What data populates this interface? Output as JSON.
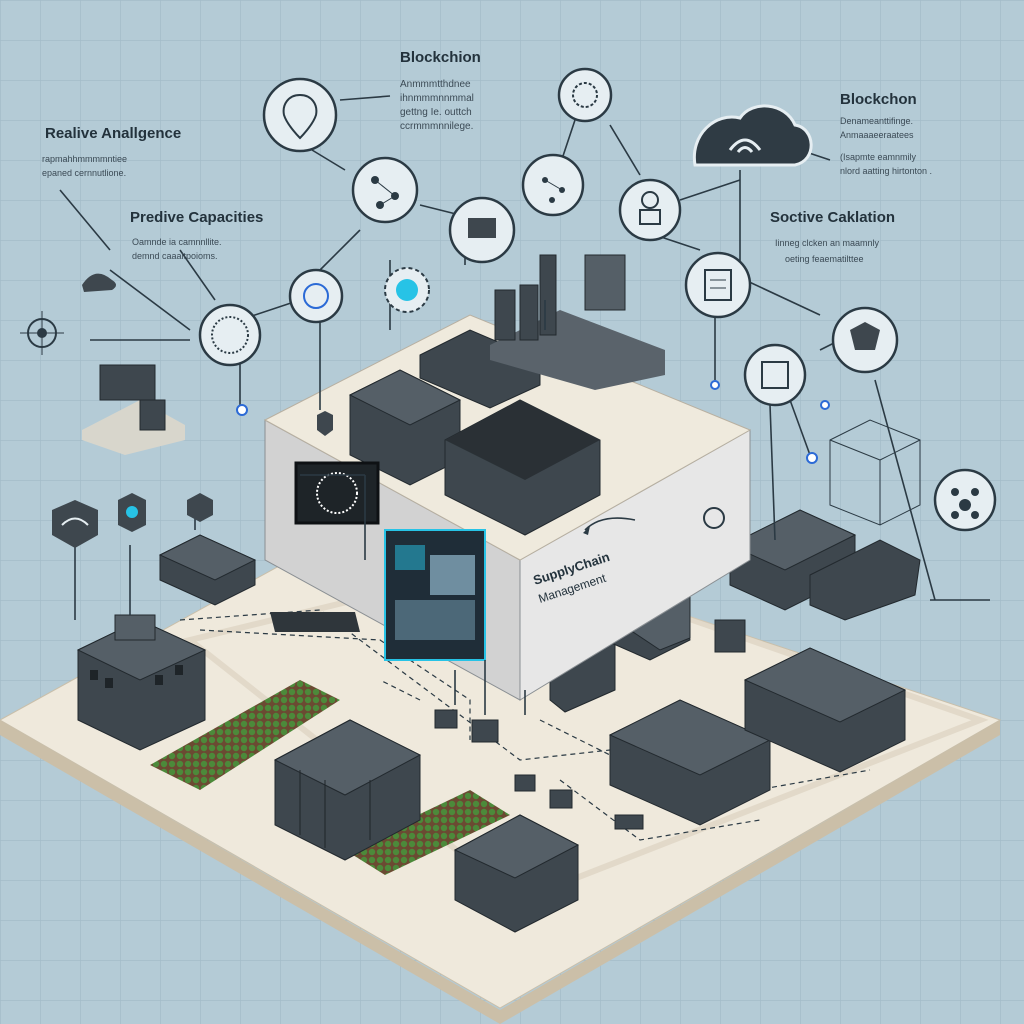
{
  "labels": {
    "blockchain_top": {
      "title": "Blockchion",
      "line1": "Anmmmtthdnee",
      "line2": "ihnmmmnnmmal",
      "line3": "gettng Ie. outtch",
      "line4": "ccrmmmnnilege."
    },
    "realive": {
      "title": "Realive Anallgence",
      "line1": "rapmahhmmmmntiee",
      "line2": "epaned cernnutlione."
    },
    "predictive": {
      "title": "Predive Capacities",
      "line1": "Oamnde ia camnnllite.",
      "line2": "demnd caaaltpoioms."
    },
    "blockchain_right": {
      "title": "Blockchon",
      "line1": "Denameanttifinge.",
      "line2": "Anmaaaeeraatees",
      "line3": "(Isapmte eamnmily",
      "line4": "nlord aatting hirtonton ."
    },
    "soctive": {
      "title": "Soctive Caklation",
      "line1": "Iinneg clcken an maamnly",
      "line2": "oeting feaematilttee"
    },
    "building": {
      "line1": "SupplyChain",
      "line2": "Management"
    }
  },
  "colors": {
    "background": "#b4cbd6",
    "grid": "#a3bcc9",
    "platform": "#efe9dc",
    "wall": "#dedede",
    "dark_block": "#3e474e",
    "accent_cyan": "#27c3e6",
    "crop_green": "#4c8a3a"
  },
  "icons": [
    "map-pin-icon",
    "gear-icon",
    "network-icon",
    "eye-icon",
    "cloud-wifi-icon",
    "robot-icon",
    "document-icon",
    "shield-icon",
    "globe-icon",
    "wifi-shield-icon",
    "virus-icon",
    "cpu-icon",
    "hexagon-icon"
  ]
}
